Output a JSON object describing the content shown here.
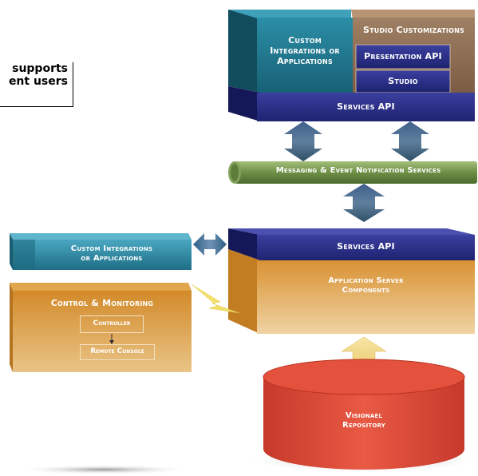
{
  "callout": {
    "line1": "supports",
    "line2": "ent users"
  },
  "top_stack": {
    "custom_integrations": [
      "Custom",
      "Integrations or",
      "Applications"
    ],
    "studio_customizations": "Studio Customizations",
    "presentation_api": "Presentation API",
    "studio": "Studio",
    "services_api": "Services API"
  },
  "messaging": "Messaging & Event Notification Services",
  "app_server": {
    "services_api": "Services API",
    "components": [
      "Application Server",
      "Components"
    ]
  },
  "left_stack": {
    "custom_integrations": [
      "Custom Integrations",
      "or Applications"
    ],
    "control_monitoring": "Control & Monitoring",
    "controller": "Controller",
    "remote_console": "Remote Console"
  },
  "repository": [
    "Visionael",
    "Repository"
  ],
  "colors": {
    "teal": "#1f6f86",
    "navy": "#2a2f86",
    "brown": "#8b6a50",
    "green": "#6e8f47",
    "orange": "#d99a3a",
    "red": "#d84a36"
  },
  "icons": {
    "arrows": "double-arrow",
    "lightning": "lightning-bolt-icon"
  }
}
